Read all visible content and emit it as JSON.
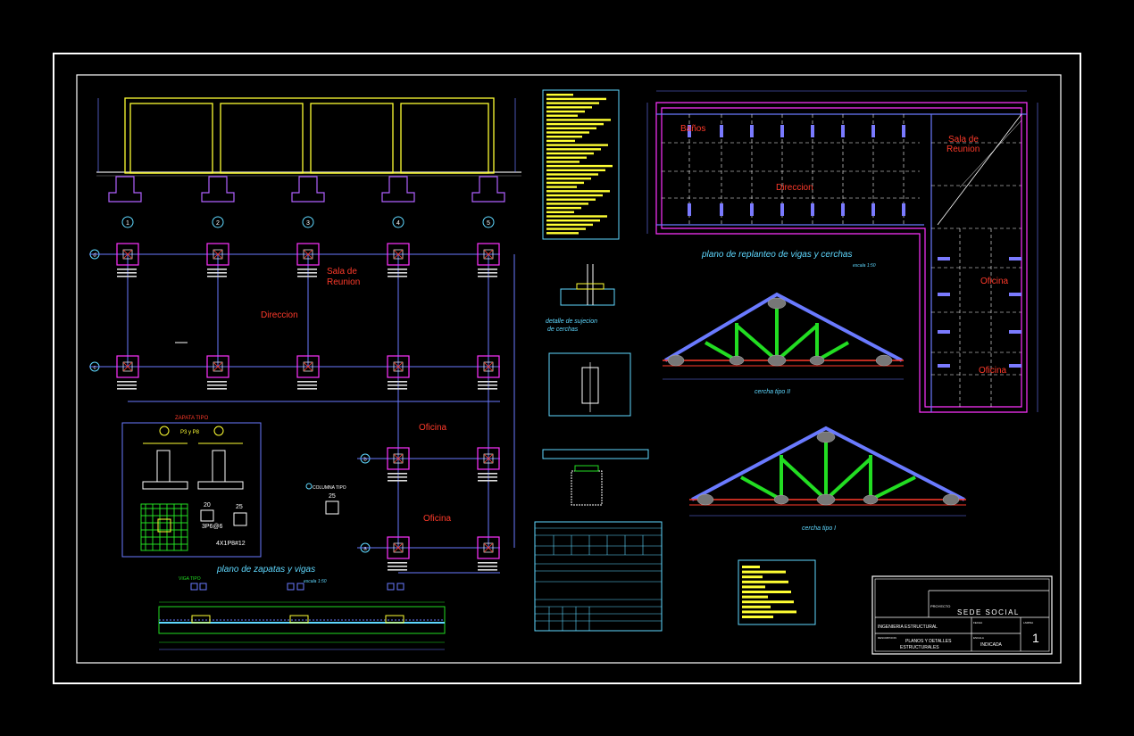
{
  "sheet": {
    "project_label": "PROYECTO",
    "project_name": "SEDE SOCIAL",
    "subject": "INGENIERIA ESTRUCTURAL",
    "description_label": "DESCRIPCION",
    "description_line1": "PLANOS Y DETALLES",
    "description_line2": "ESTRUCTURALES",
    "date_label": "FECHA",
    "scale_label": "ESCALA",
    "scale_value": "INDICADA",
    "sheet_label": "LAMINA",
    "sheet_number": "1"
  },
  "rooms": {
    "foundation": [
      "Sala de",
      "Reunion",
      "Direccion",
      "Oficina",
      "Oficina"
    ],
    "roof": [
      "Baños",
      "Direccion",
      "Sala de",
      "Reunion",
      "Oficina",
      "Oficina"
    ]
  },
  "titles": {
    "foundation_plan": "plano de zapatas y vigas",
    "roof_plan": "plano de replanteo de vigas y cerchas",
    "truss_2": "cercha tipo II",
    "truss_1": "cercha tipo I",
    "anchor_detail_1": "detalle de sujecion",
    "anchor_detail_2": "de cerchas",
    "scale_note": "escala 1:50"
  },
  "footing": {
    "title": "ZAPATA TIPO",
    "column_ref": "P3 y P8",
    "bars": "3P6@6",
    "dim_20": "20",
    "dim_25": "25",
    "main_bars": "4X1P8#12"
  },
  "column_detail": {
    "title": "COLUMNA TIPO",
    "dim": "25"
  },
  "beam": {
    "title": "VIGA TIPO"
  },
  "axes": [
    "1",
    "2",
    "3",
    "4",
    "5"
  ],
  "axis_rows": [
    "d",
    "c",
    "b",
    "a"
  ]
}
